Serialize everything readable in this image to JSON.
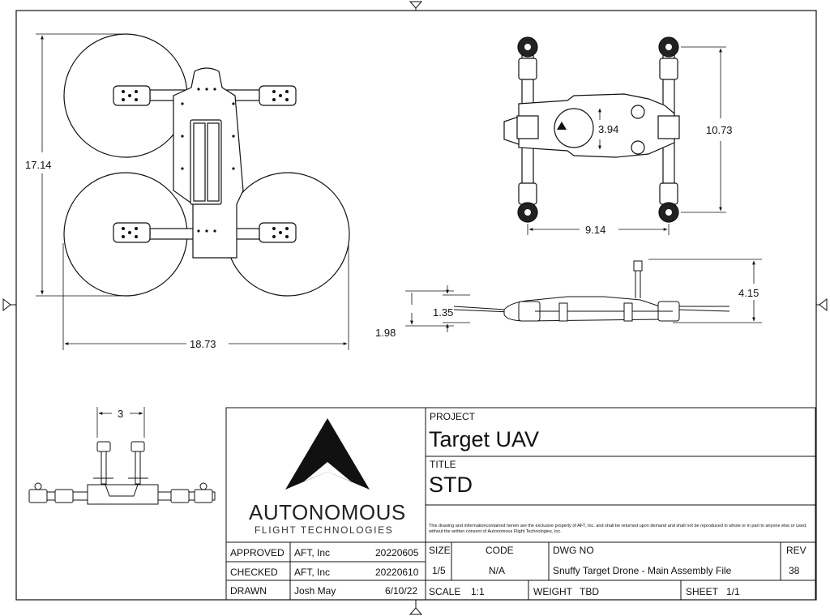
{
  "dimensions": {
    "top_height": "17.14",
    "top_width": "18.73",
    "bottom_width": "9.14",
    "bottom_height": "10.73",
    "bottom_inner": "3.94",
    "side_total": "4.15",
    "side_body": "1.35",
    "side_base": "1.98",
    "front_width": "3"
  },
  "company": {
    "name": "AUTONOMOUS",
    "sub": "FLIGHT TECHNOLOGIES"
  },
  "title_block": {
    "project_label": "PROJECT",
    "project": "Target UAV",
    "title_label": "TITLE",
    "title": "STD",
    "notice": "This drawing and informationcontained herein are the exclusive property of AFT, Inc. and shall be returned upon demand and shall not be reproduced in whole or in part to anyone else or used, without the written consent of Autonomous Flight Technologies, Inc.",
    "approved_label": "APPROVED",
    "approved_by": "AFT, Inc",
    "approved_date": "20220605",
    "checked_label": "CHECKED",
    "checked_by": "AFT, Inc",
    "checked_date": "20220610",
    "drawn_label": "DRAWN",
    "drawn_by": "Josh May",
    "drawn_date": "6/10/22",
    "size_label": "SIZE",
    "size": "1/5",
    "code_label": "CODE",
    "code": "N/A",
    "dwg_label": "DWG NO",
    "dwg": "Snuffy Target Drone - Main Assembly File",
    "rev_label": "REV",
    "rev": "38",
    "scale_label": "SCALE",
    "scale": "1:1",
    "weight_label": "WEIGHT",
    "weight": "TBD",
    "sheet_label": "SHEET",
    "sheet": "1/1"
  }
}
